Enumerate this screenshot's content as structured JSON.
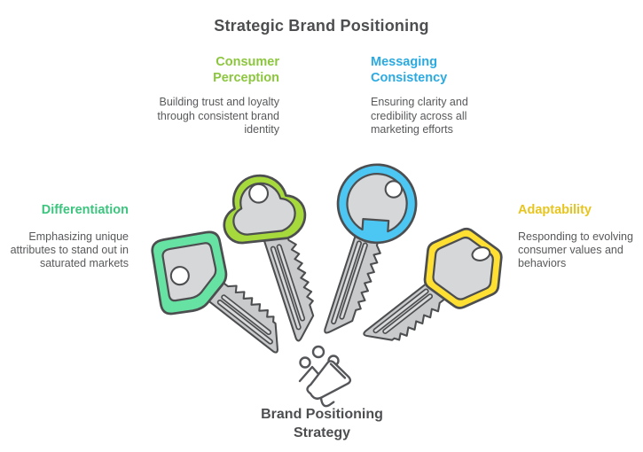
{
  "title": "Strategic Brand Positioning",
  "colors": {
    "title_text": "#4d4e50",
    "body_text": "#58595b",
    "outline": "#4d4e50"
  },
  "items": [
    {
      "id": "differentiation",
      "heading": "Differentiation",
      "description": "Emphasizing unique attributes to stand out in saturated markets",
      "heading_color": "#3dc47e",
      "key_color": "#66e2a3",
      "key_shape": "rounded-square-key",
      "position": "left"
    },
    {
      "id": "consumer-perception",
      "heading": "Consumer Perception",
      "description": "Building trust and loyalty through consistent brand identity",
      "heading_color": "#8cc63e",
      "key_color": "#a6d93c",
      "key_shape": "cloud-key",
      "position": "top-left"
    },
    {
      "id": "messaging-consistency",
      "heading": "Messaging Consistency",
      "description": "Ensuring clarity and credibility across all marketing efforts",
      "heading_color": "#2baae2",
      "key_color": "#4cc7f4",
      "key_shape": "round-key",
      "position": "top-right"
    },
    {
      "id": "adaptability",
      "heading": "Adaptability",
      "description": "Responding to evolving consumer values and behaviors",
      "heading_color": "#e7c51f",
      "key_color": "#ffe032",
      "key_shape": "hexagon-key",
      "position": "right"
    }
  ],
  "center": {
    "icon": "megaphone-announcement-icon",
    "label_line1": "Brand Positioning",
    "label_line2": "Strategy"
  }
}
